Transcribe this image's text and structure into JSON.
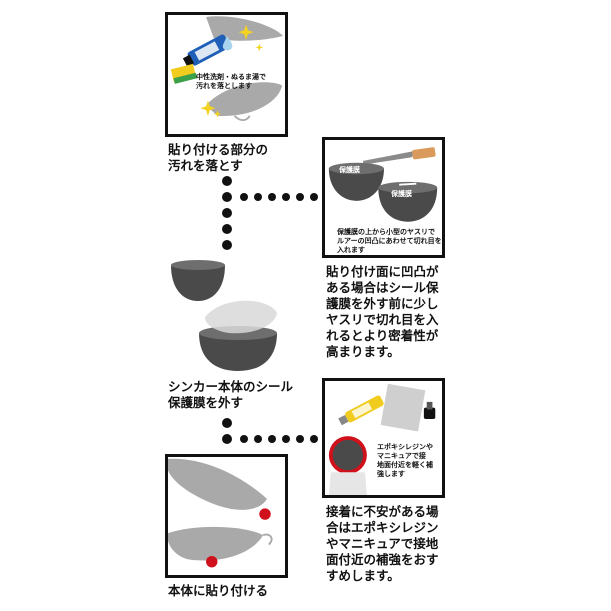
{
  "steps": [
    {
      "note": "中性洗剤・ぬるま湯で\n汚れを落とします",
      "caption": "貼り付ける部分の\n汚れを落とす"
    },
    {
      "label_a": "保護膜",
      "label_b": "保護膜",
      "note": "保護膜の上から小型のヤスリで\nルアーの凹凸にあわせて切れ目を\n入れます",
      "caption": "貼り付け面に凹凸が\nある場合はシール保\n護膜を外す前に少し\nヤスリで切れ目を入\nれるとより密着性が\n高まります。"
    },
    {
      "caption": "シンカー本体のシール\n保護膜を外す"
    },
    {
      "note": "エポキシレジンや\nマニキュアで接\n地面付近を軽く補\n強します",
      "caption": "接着に不安がある場\n合はエポキシレジン\nやマニキュアで接地\n面付近の補強をおす\nすめします。"
    },
    {
      "caption": "本体に貼り付ける"
    }
  ],
  "colors": {
    "ink": "#111111",
    "lure_gray": "#a9a9a9",
    "sinker_dark": "#4a4a4a",
    "sinker_mid": "#6e6e6e",
    "accent_red": "#d0111b",
    "sponge_yellow": "#f1cc1f",
    "sponge_green": "#3aa04a",
    "bottle_blue": "#1f5fb7",
    "spark_yellow": "#f4d21f",
    "water_blue": "#a8d4ef",
    "file_wood": "#d99a5b"
  }
}
